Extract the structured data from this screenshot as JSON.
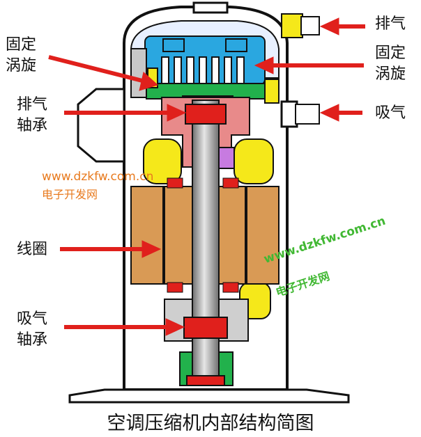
{
  "labels": {
    "discharge": "排气",
    "fixed_scroll_left_1": "固定",
    "fixed_scroll_left_2": "涡旋",
    "fixed_scroll_right_1": "固定",
    "fixed_scroll_right_2": "涡旋",
    "discharge_bearing_1": "排气",
    "discharge_bearing_2": "轴承",
    "suction": "吸气",
    "coil": "线圈",
    "suction_bearing_1": "吸气",
    "suction_bearing_2": "轴承"
  },
  "watermarks": {
    "orange_url": "www.dzkfw.com.cn",
    "orange_name": "电子开发网",
    "green_url": "www.dzkfw.com.cn",
    "green_name": "电子开发网"
  },
  "caption": "空调压缩机内部结构简图",
  "colors": {
    "arrow": "#e0201c",
    "shell": "#111111",
    "scroll_blue": "#2aa7e0",
    "scroll_green": "#22b14c",
    "bearing_red": "#e0201c",
    "yellow": "#f5e81a",
    "coil_tan": "#d99a55",
    "shaft_gray": "#8d8d8d",
    "pink": "#e88a8a",
    "purple": "#c77be0",
    "watermark_orange": "#e87a1e",
    "watermark_green": "#41b833"
  }
}
